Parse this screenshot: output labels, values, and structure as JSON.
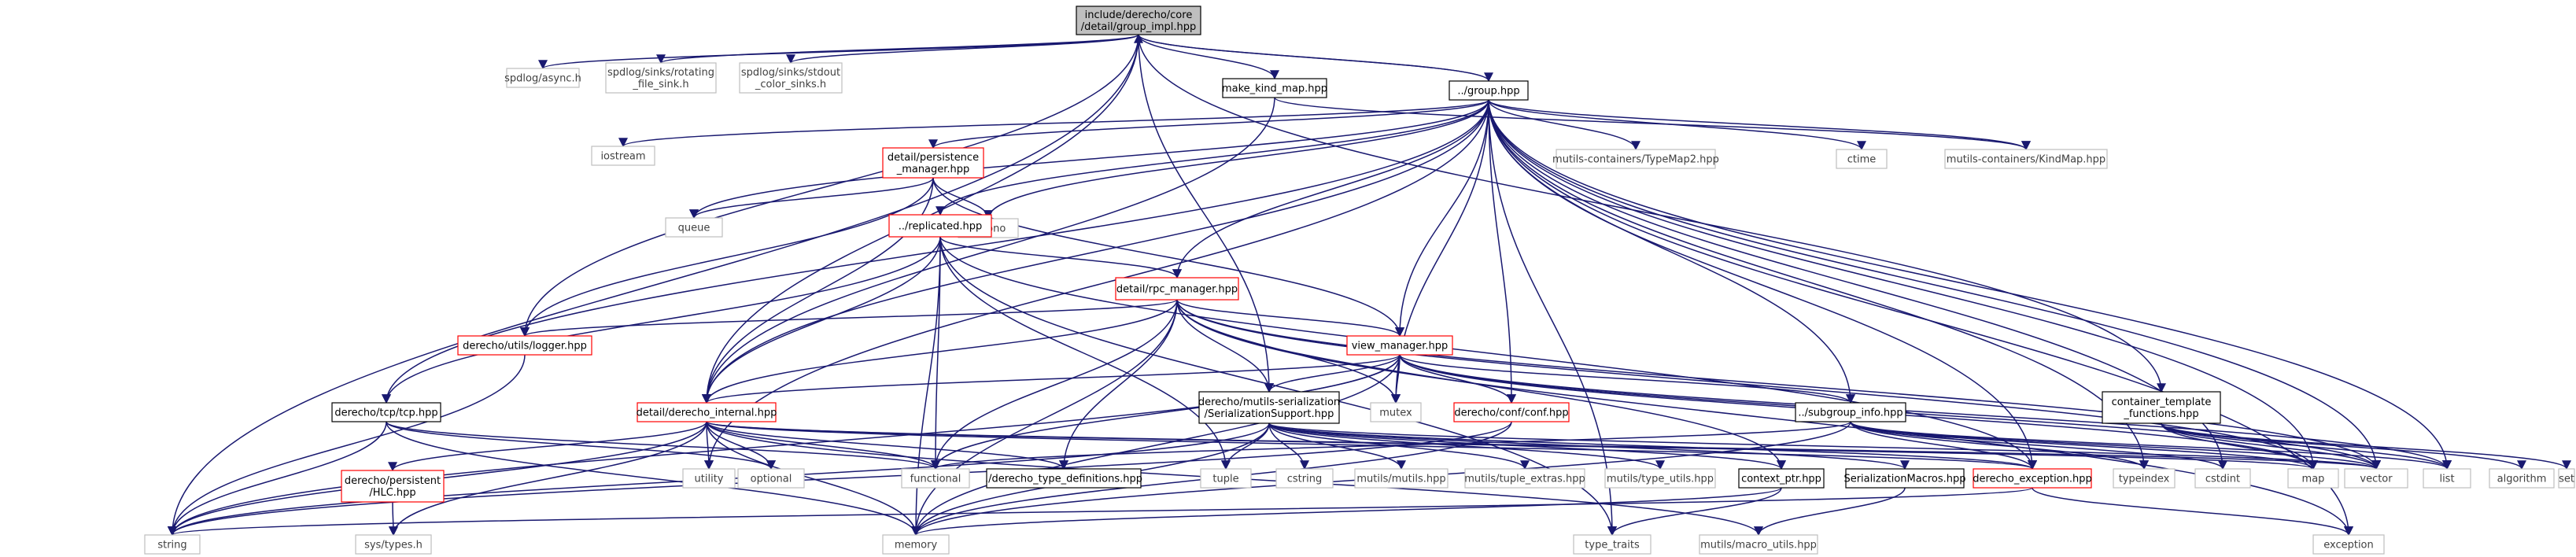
{
  "colors": {
    "edge": "#191970",
    "root_fill": "#bfbfbf",
    "node_stroke": "#000000",
    "missing_stroke": "#bfbfbf",
    "truncated_stroke": "#ff0000",
    "text": "#000000",
    "missing_text": "#404040"
  },
  "nodes": [
    {
      "id": "root",
      "kind": "root",
      "lines": [
        "include/derecho/core",
        "/detail/group_impl.hpp"
      ]
    },
    {
      "id": "spdlog_async",
      "kind": "missing",
      "lines": [
        "spdlog/async.h"
      ]
    },
    {
      "id": "spdlog_rot",
      "kind": "missing",
      "lines": [
        "spdlog/sinks/rotating",
        "_file_sink.h"
      ]
    },
    {
      "id": "spdlog_std",
      "kind": "missing",
      "lines": [
        "spdlog/sinks/stdout",
        "_color_sinks.h"
      ]
    },
    {
      "id": "group",
      "kind": "normal",
      "lines": [
        "../group.hpp"
      ]
    },
    {
      "id": "make_kind",
      "kind": "normal",
      "lines": [
        "make_kind_map.hpp"
      ]
    },
    {
      "id": "iostream",
      "kind": "missing",
      "lines": [
        "iostream"
      ]
    },
    {
      "id": "persist_mgr",
      "kind": "truncated",
      "lines": [
        "detail/persistence",
        "_manager.hpp"
      ]
    },
    {
      "id": "typemap2",
      "kind": "missing",
      "lines": [
        "mutils-containers/TypeMap2.hpp"
      ]
    },
    {
      "id": "ctime",
      "kind": "missing",
      "lines": [
        "ctime"
      ]
    },
    {
      "id": "kindmap",
      "kind": "missing",
      "lines": [
        "mutils-containers/KindMap.hpp"
      ]
    },
    {
      "id": "queue",
      "kind": "missing",
      "lines": [
        "queue"
      ]
    },
    {
      "id": "chrono",
      "kind": "missing",
      "lines": [
        "chrono"
      ]
    },
    {
      "id": "replicated",
      "kind": "truncated",
      "lines": [
        "../replicated.hpp"
      ]
    },
    {
      "id": "rpc_mgr",
      "kind": "truncated",
      "lines": [
        "detail/rpc_manager.hpp"
      ]
    },
    {
      "id": "logger",
      "kind": "truncated",
      "lines": [
        "derecho/utils/logger.hpp"
      ]
    },
    {
      "id": "view_mgr",
      "kind": "truncated",
      "lines": [
        "view_manager.hpp"
      ]
    },
    {
      "id": "tcp",
      "kind": "normal",
      "lines": [
        "derecho/tcp/tcp.hpp"
      ]
    },
    {
      "id": "internal",
      "kind": "truncated",
      "lines": [
        "detail/derecho_internal.hpp"
      ]
    },
    {
      "id": "mutex",
      "kind": "missing",
      "lines": [
        "mutex"
      ]
    },
    {
      "id": "conf",
      "kind": "truncated",
      "lines": [
        "derecho/conf/conf.hpp"
      ]
    },
    {
      "id": "ser_support",
      "kind": "normal",
      "lines": [
        "derecho/mutils-serialization",
        "/SerializationSupport.hpp"
      ]
    },
    {
      "id": "subgroup_info",
      "kind": "normal",
      "lines": [
        "../subgroup_info.hpp"
      ]
    },
    {
      "id": "container_tf",
      "kind": "normal",
      "lines": [
        "container_template",
        "_functions.hpp"
      ]
    },
    {
      "id": "utility",
      "kind": "missing",
      "lines": [
        "utility"
      ]
    },
    {
      "id": "optional",
      "kind": "missing",
      "lines": [
        "optional"
      ]
    },
    {
      "id": "hlc",
      "kind": "truncated",
      "lines": [
        "derecho/persistent",
        "/HLC.hpp"
      ]
    },
    {
      "id": "functional",
      "kind": "missing",
      "lines": [
        "functional"
      ]
    },
    {
      "id": "type_defs",
      "kind": "normal",
      "lines": [
        "./derecho_type_definitions.hpp"
      ]
    },
    {
      "id": "tuple",
      "kind": "missing",
      "lines": [
        "tuple"
      ]
    },
    {
      "id": "cstring",
      "kind": "missing",
      "lines": [
        "cstring"
      ]
    },
    {
      "id": "mutils_hpp",
      "kind": "missing",
      "lines": [
        "mutils/mutils.hpp"
      ]
    },
    {
      "id": "tuple_extras",
      "kind": "missing",
      "lines": [
        "mutils/tuple_extras.hpp"
      ]
    },
    {
      "id": "type_utils",
      "kind": "missing",
      "lines": [
        "mutils/type_utils.hpp"
      ]
    },
    {
      "id": "context_ptr",
      "kind": "normal",
      "lines": [
        "context_ptr.hpp"
      ]
    },
    {
      "id": "ser_macros",
      "kind": "normal",
      "lines": [
        "SerializationMacros.hpp"
      ]
    },
    {
      "id": "exception_hpp",
      "kind": "truncated",
      "lines": [
        "derecho_exception.hpp"
      ]
    },
    {
      "id": "typeindex",
      "kind": "missing",
      "lines": [
        "typeindex"
      ]
    },
    {
      "id": "cstdint",
      "kind": "missing",
      "lines": [
        "cstdint"
      ]
    },
    {
      "id": "map",
      "kind": "missing",
      "lines": [
        "map"
      ]
    },
    {
      "id": "vector",
      "kind": "missing",
      "lines": [
        "vector"
      ]
    },
    {
      "id": "list",
      "kind": "missing",
      "lines": [
        "list"
      ]
    },
    {
      "id": "algorithm",
      "kind": "missing",
      "lines": [
        "algorithm"
      ]
    },
    {
      "id": "set",
      "kind": "missing",
      "lines": [
        "set"
      ]
    },
    {
      "id": "string",
      "kind": "missing",
      "lines": [
        "string"
      ]
    },
    {
      "id": "sys_types",
      "kind": "missing",
      "lines": [
        "sys/types.h"
      ]
    },
    {
      "id": "memory",
      "kind": "missing",
      "lines": [
        "memory"
      ]
    },
    {
      "id": "type_traits",
      "kind": "missing",
      "lines": [
        "type_traits"
      ]
    },
    {
      "id": "macro_utils",
      "kind": "missing",
      "lines": [
        "mutils/macro_utils.hpp"
      ]
    },
    {
      "id": "exception",
      "kind": "missing",
      "lines": [
        "exception"
      ]
    }
  ],
  "edges": [
    [
      "root",
      "spdlog_async"
    ],
    [
      "root",
      "spdlog_rot"
    ],
    [
      "root",
      "spdlog_std"
    ],
    [
      "root",
      "group"
    ],
    [
      "root",
      "make_kind"
    ],
    [
      "root",
      "container_tf"
    ],
    [
      "root",
      "logger"
    ],
    [
      "root",
      "ser_support"
    ],
    [
      "root",
      "internal"
    ],
    [
      "root",
      "string"
    ],
    [
      "group",
      "root"
    ],
    [
      "group",
      "iostream"
    ],
    [
      "group",
      "persist_mgr"
    ],
    [
      "group",
      "typemap2"
    ],
    [
      "group",
      "ctime"
    ],
    [
      "group",
      "kindmap"
    ],
    [
      "group",
      "queue"
    ],
    [
      "group",
      "chrono"
    ],
    [
      "group",
      "replicated"
    ],
    [
      "group",
      "rpc_mgr"
    ],
    [
      "group",
      "view_mgr"
    ],
    [
      "group",
      "tcp"
    ],
    [
      "group",
      "internal"
    ],
    [
      "group",
      "mutex"
    ],
    [
      "group",
      "conf"
    ],
    [
      "group",
      "subgroup_info"
    ],
    [
      "group",
      "utility"
    ],
    [
      "group",
      "map"
    ],
    [
      "group",
      "vector"
    ],
    [
      "group",
      "list"
    ],
    [
      "group",
      "exception"
    ],
    [
      "group",
      "type_traits"
    ],
    [
      "group",
      "cstdint"
    ],
    [
      "group",
      "typeindex"
    ],
    [
      "group",
      "exception_hpp"
    ],
    [
      "make_kind",
      "kindmap"
    ],
    [
      "make_kind",
      "internal"
    ],
    [
      "persist_mgr",
      "queue"
    ],
    [
      "persist_mgr",
      "chrono"
    ],
    [
      "persist_mgr",
      "logger"
    ],
    [
      "persist_mgr",
      "internal"
    ],
    [
      "persist_mgr",
      "view_mgr"
    ],
    [
      "replicated",
      "rpc_mgr"
    ],
    [
      "replicated",
      "tcp"
    ],
    [
      "replicated",
      "internal"
    ],
    [
      "replicated",
      "functional"
    ],
    [
      "replicated",
      "tuple"
    ],
    [
      "replicated",
      "memory"
    ],
    [
      "replicated",
      "type_traits"
    ],
    [
      "replicated",
      "exception_hpp"
    ],
    [
      "rpc_mgr",
      "logger"
    ],
    [
      "rpc_mgr",
      "view_mgr"
    ],
    [
      "rpc_mgr",
      "internal"
    ],
    [
      "rpc_mgr",
      "ser_support"
    ],
    [
      "rpc_mgr",
      "mutex"
    ],
    [
      "rpc_mgr",
      "functional"
    ],
    [
      "rpc_mgr",
      "type_defs"
    ],
    [
      "rpc_mgr",
      "map"
    ],
    [
      "rpc_mgr",
      "vector"
    ],
    [
      "rpc_mgr",
      "memory"
    ],
    [
      "rpc_mgr",
      "exception"
    ],
    [
      "rpc_mgr",
      "context_ptr"
    ],
    [
      "view_mgr",
      "internal"
    ],
    [
      "view_mgr",
      "mutex"
    ],
    [
      "view_mgr",
      "conf"
    ],
    [
      "view_mgr",
      "subgroup_info"
    ],
    [
      "view_mgr",
      "ser_support"
    ],
    [
      "view_mgr",
      "map"
    ],
    [
      "view_mgr",
      "vector"
    ],
    [
      "view_mgr",
      "list"
    ],
    [
      "view_mgr",
      "memory"
    ],
    [
      "view_mgr",
      "functional"
    ],
    [
      "view_mgr",
      "string"
    ],
    [
      "logger",
      "string"
    ],
    [
      "tcp",
      "string"
    ],
    [
      "tcp",
      "optional"
    ],
    [
      "tcp",
      "functional"
    ],
    [
      "tcp",
      "memory"
    ],
    [
      "internal",
      "utility"
    ],
    [
      "internal",
      "optional"
    ],
    [
      "internal",
      "hlc"
    ],
    [
      "internal",
      "functional"
    ],
    [
      "internal",
      "type_defs"
    ],
    [
      "internal",
      "string"
    ],
    [
      "internal",
      "sys_types"
    ],
    [
      "internal",
      "memory"
    ],
    [
      "internal",
      "map"
    ],
    [
      "internal",
      "vector"
    ],
    [
      "internal",
      "exception_hpp"
    ],
    [
      "internal",
      "macro_utils"
    ],
    [
      "conf",
      "string"
    ],
    [
      "conf",
      "memory"
    ],
    [
      "ser_support",
      "tuple"
    ],
    [
      "ser_support",
      "cstring"
    ],
    [
      "ser_support",
      "mutils_hpp"
    ],
    [
      "ser_support",
      "tuple_extras"
    ],
    [
      "ser_support",
      "type_utils"
    ],
    [
      "ser_support",
      "context_ptr"
    ],
    [
      "ser_support",
      "ser_macros"
    ],
    [
      "ser_support",
      "exception_hpp"
    ],
    [
      "ser_support",
      "memory"
    ],
    [
      "ser_support",
      "string"
    ],
    [
      "ser_support",
      "vector"
    ],
    [
      "subgroup_info",
      "exception_hpp"
    ],
    [
      "subgroup_info",
      "typeindex"
    ],
    [
      "subgroup_info",
      "cstdint"
    ],
    [
      "subgroup_info",
      "map"
    ],
    [
      "subgroup_info",
      "vector"
    ],
    [
      "subgroup_info",
      "list"
    ],
    [
      "subgroup_info",
      "memory"
    ],
    [
      "subgroup_info",
      "functional"
    ],
    [
      "container_tf",
      "map"
    ],
    [
      "container_tf",
      "vector"
    ],
    [
      "container_tf",
      "list"
    ],
    [
      "container_tf",
      "algorithm"
    ],
    [
      "container_tf",
      "set"
    ],
    [
      "hlc",
      "sys_types"
    ],
    [
      "context_ptr",
      "memory"
    ],
    [
      "context_ptr",
      "type_traits"
    ],
    [
      "ser_macros",
      "macro_utils"
    ],
    [
      "exception_hpp",
      "string"
    ],
    [
      "exception_hpp",
      "exception"
    ]
  ]
}
